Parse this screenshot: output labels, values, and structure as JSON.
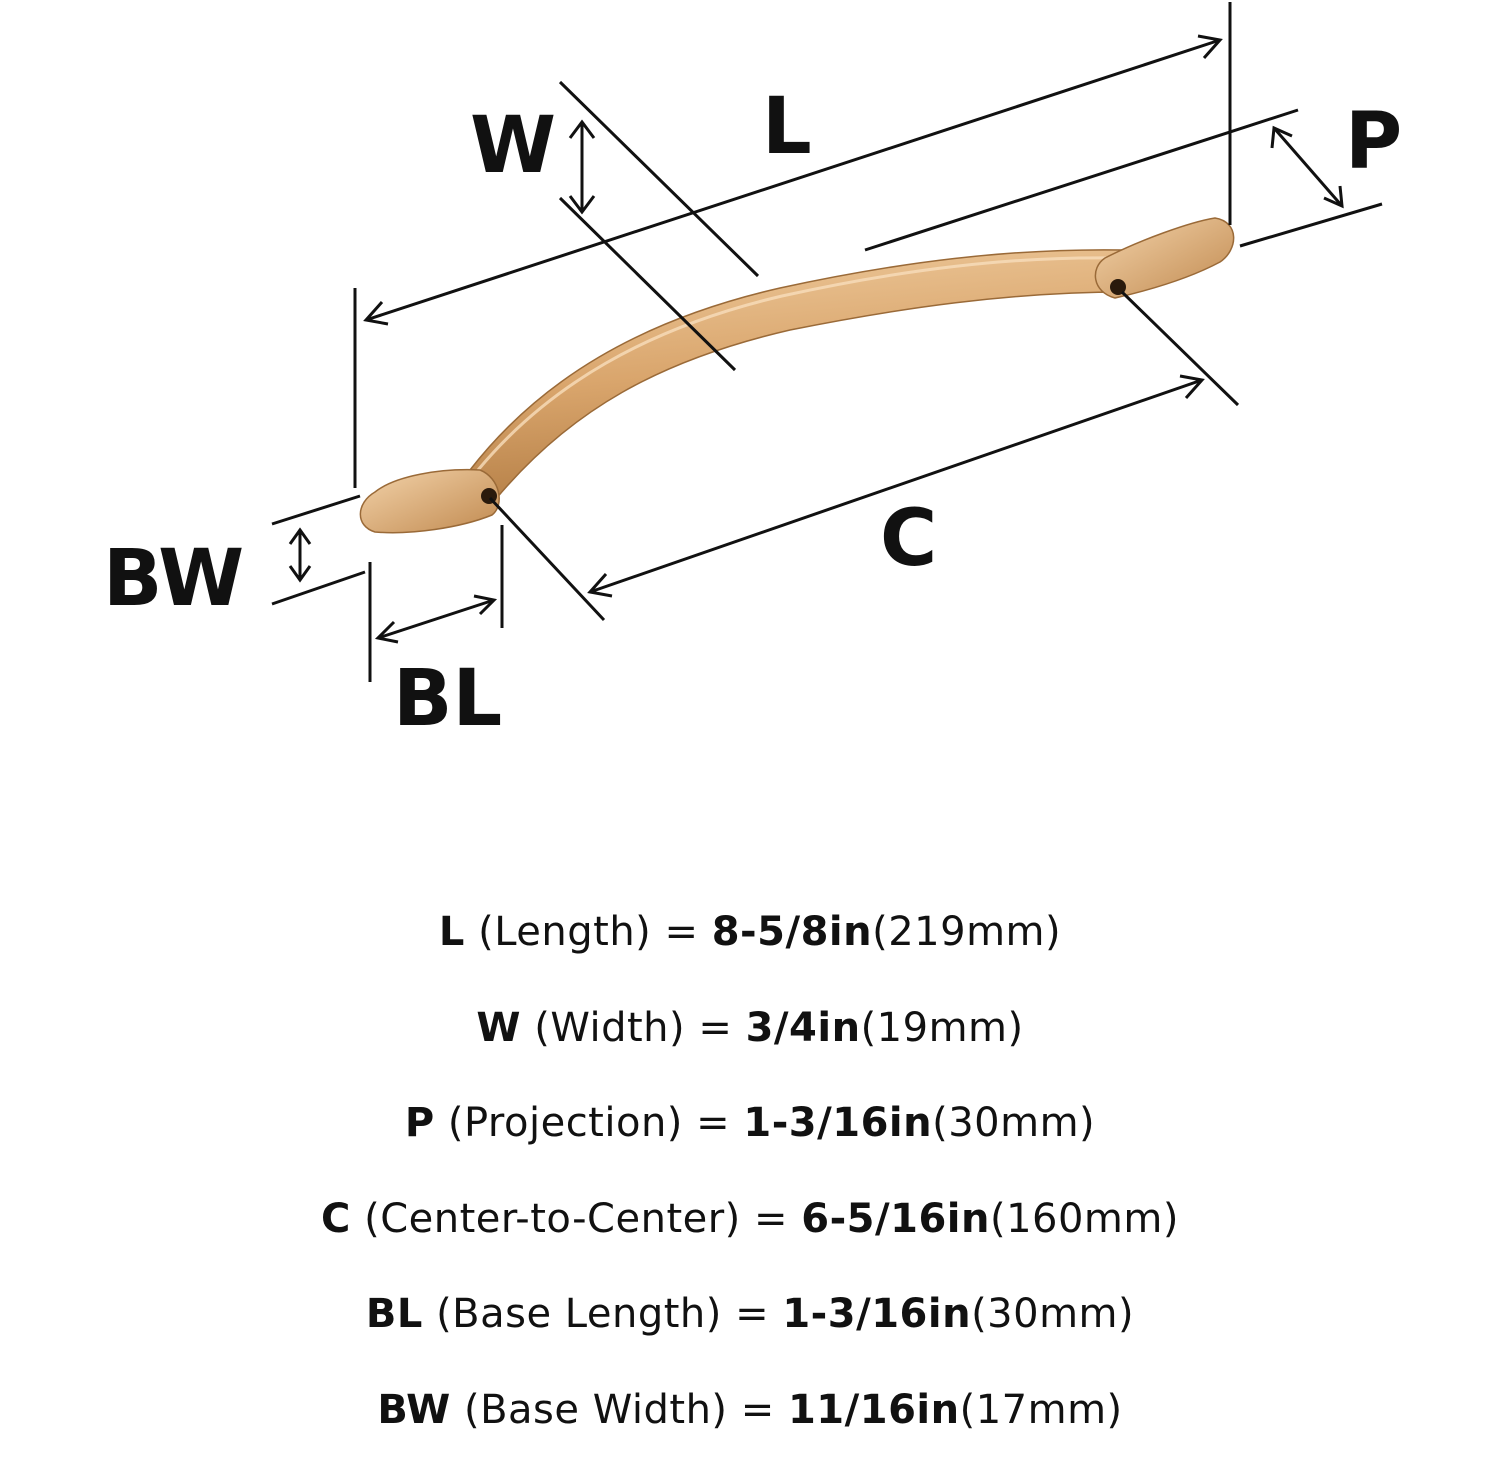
{
  "diagram": {
    "labels": {
      "length": "L",
      "width": "W",
      "projection": "P",
      "center_to_center": "C",
      "base_width": "BW",
      "base_length": "BL"
    },
    "colors": {
      "finish_light": "#F0CDA0",
      "finish_mid": "#D9A56C",
      "finish_dark": "#B47E45",
      "line": "#111111"
    }
  },
  "specs": [
    {
      "code": "L",
      "desc": " (Length) = ",
      "inches": "8-5/8in",
      "mm": "(219mm)"
    },
    {
      "code": "W",
      "desc": " (Width) = ",
      "inches": "3/4in",
      "mm": "(19mm)"
    },
    {
      "code": "P",
      "desc": " (Projection) = ",
      "inches": "1-3/16in",
      "mm": "(30mm)"
    },
    {
      "code": "C",
      "desc": " (Center-to-Center) = ",
      "inches": "6-5/16in",
      "mm": "(160mm)"
    },
    {
      "code": "BL",
      "desc": " (Base Length) = ",
      "inches": "1-3/16in",
      "mm": "(30mm)"
    },
    {
      "code": "BW",
      "desc": " (Base Width) = ",
      "inches": "11/16in",
      "mm": "(17mm)"
    }
  ]
}
